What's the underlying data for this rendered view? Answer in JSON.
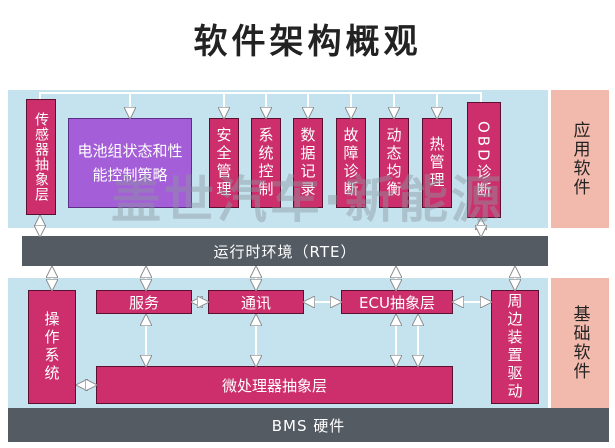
{
  "title": "软件架构概观",
  "watermark": "盖世汽车·新能源",
  "side_labels": {
    "app": "应用软件",
    "base": "基础软件"
  },
  "bars": {
    "rte": "运行时环境（RTE）",
    "hw": "BMS 硬件"
  },
  "app_modules": {
    "sensor": "传感器抽象层",
    "battery": "电池组状态和性能控制策略",
    "safety": "安全管理",
    "system": "系统控制",
    "data": "数据记录",
    "fault": "故障诊断",
    "balance": "动态均衡",
    "thermal": "热管理",
    "obd": "OBD诊断"
  },
  "base_modules": {
    "os": "操作系统",
    "service": "服务",
    "comm": "通讯",
    "ecu": "ECU抽象层",
    "mcu": "微处理器抽象层",
    "peripheral": "周边装置驱动"
  },
  "colors": {
    "module": "#cc2f6b",
    "module_purple": "#a45ed8",
    "band": "#c5e3ef",
    "side": "#f2b9ad",
    "bar": "#555b63"
  }
}
